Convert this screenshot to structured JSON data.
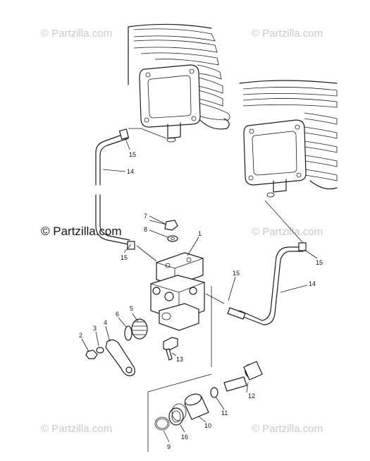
{
  "watermarks": {
    "text": "© Partzilla.com"
  },
  "callouts": {
    "c1": "1",
    "c2": "2",
    "c3": "3",
    "c4": "4",
    "c5": "5",
    "c6": "6",
    "c7": "7",
    "c8": "8",
    "c9": "9",
    "c10": "10",
    "c11": "11",
    "c12": "12",
    "c13": "13",
    "c14a": "14",
    "c14b": "14",
    "c15a": "15",
    "c15b": "15",
    "c15c": "15",
    "c15d": "15",
    "c16": "16"
  }
}
